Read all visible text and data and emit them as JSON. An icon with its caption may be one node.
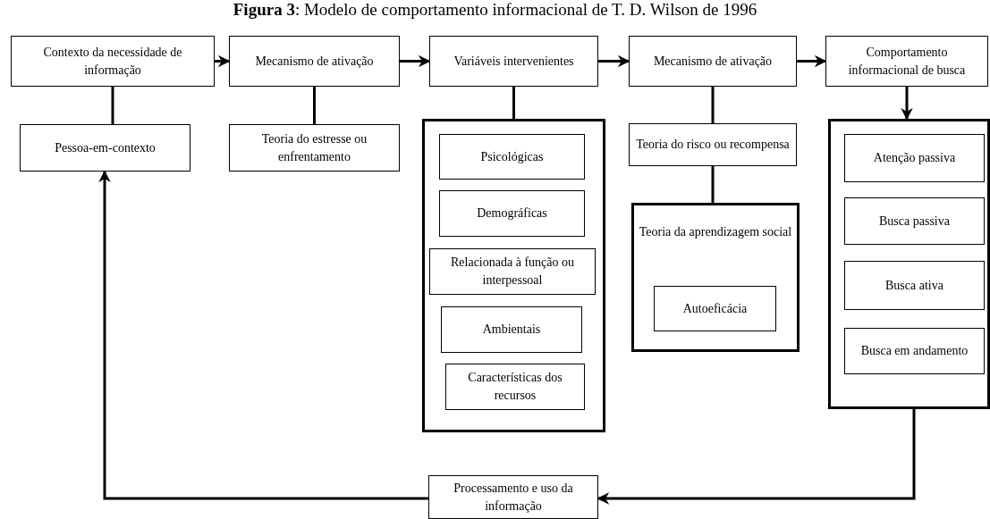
{
  "diagram": {
    "title": "**Figura 3**: Modelo de comportamento informacional de T. D. Wilson de 1996",
    "nodes": [
      {
        "text": [
          "Contexto da necessidade de informação"
        ]
      },
      {
        "text": [
          "Mecanismo de ativação"
        ]
      },
      {
        "text": [
          "Variáveis intervenientes"
        ]
      },
      {
        "text": [
          "Mecanismo de ativação"
        ]
      },
      {
        "text": [
          "Comportamento informacional de busca"
        ]
      },
      {
        "text": [
          "Pessoa-em-contexto"
        ]
      },
      {
        "text": [
          "Teoria do estresse ou enfrentamento"
        ]
      },
      {
        "text": [],
        "shape": "box"
      },
      {
        "text": [
          "Psicológicas"
        ],
        "in": 7
      },
      {
        "text": [
          "Demográficas"
        ],
        "in": 7
      },
      {
        "text": [
          "Relacionada à função ou interpessoal"
        ],
        "in": 7
      },
      {
        "text": [
          "Ambientais"
        ],
        "in": 7
      },
      {
        "text": [
          "Características dos recursos"
        ],
        "in": 7
      },
      {
        "text": [
          "Teoria do risco ou recompensa"
        ]
      },
      {
        "text": [
          "Teoria da aprendizagem social"
        ]
      },
      {
        "text": [
          "Autoeficácia"
        ],
        "in": 14
      },
      {
        "text": [],
        "shape": "box"
      },
      {
        "text": [
          "Atenção passiva"
        ],
        "in": 16
      },
      {
        "text": [
          "Busca passiva"
        ],
        "in": 16
      },
      {
        "text": [
          "Busca ativa"
        ],
        "in": 16
      },
      {
        "text": [
          "Busca em andamento"
        ],
        "in": 16
      },
      {
        "text": [
          "Processamento e uso da informação"
        ]
      }
    ],
    "edges": [
      {
        "from": 0,
        "to": 1,
        "arrow": "to"
      },
      {
        "from": 1,
        "to": 2,
        "arrow": "to"
      },
      {
        "from": 2,
        "to": 3,
        "arrow": "to"
      },
      {
        "from": 3,
        "to": 4,
        "arrow": "to"
      },
      {
        "from": 0,
        "to": 5,
        "arrow": "none"
      },
      {
        "from": 1,
        "to": 6,
        "arrow": "none"
      },
      {
        "from": 2,
        "to": 7,
        "arrow": "none"
      },
      {
        "from": 3,
        "to": 13,
        "arrow": "none"
      },
      {
        "from": 13,
        "to": 14,
        "arrow": "none"
      },
      {
        "from": 4,
        "to": 16,
        "arrow": "to"
      },
      {
        "from": 16,
        "to": 21,
        "arrow": "to"
      },
      {
        "from": 21,
        "to": 5,
        "arrow": "to"
      }
    ]
  }
}
